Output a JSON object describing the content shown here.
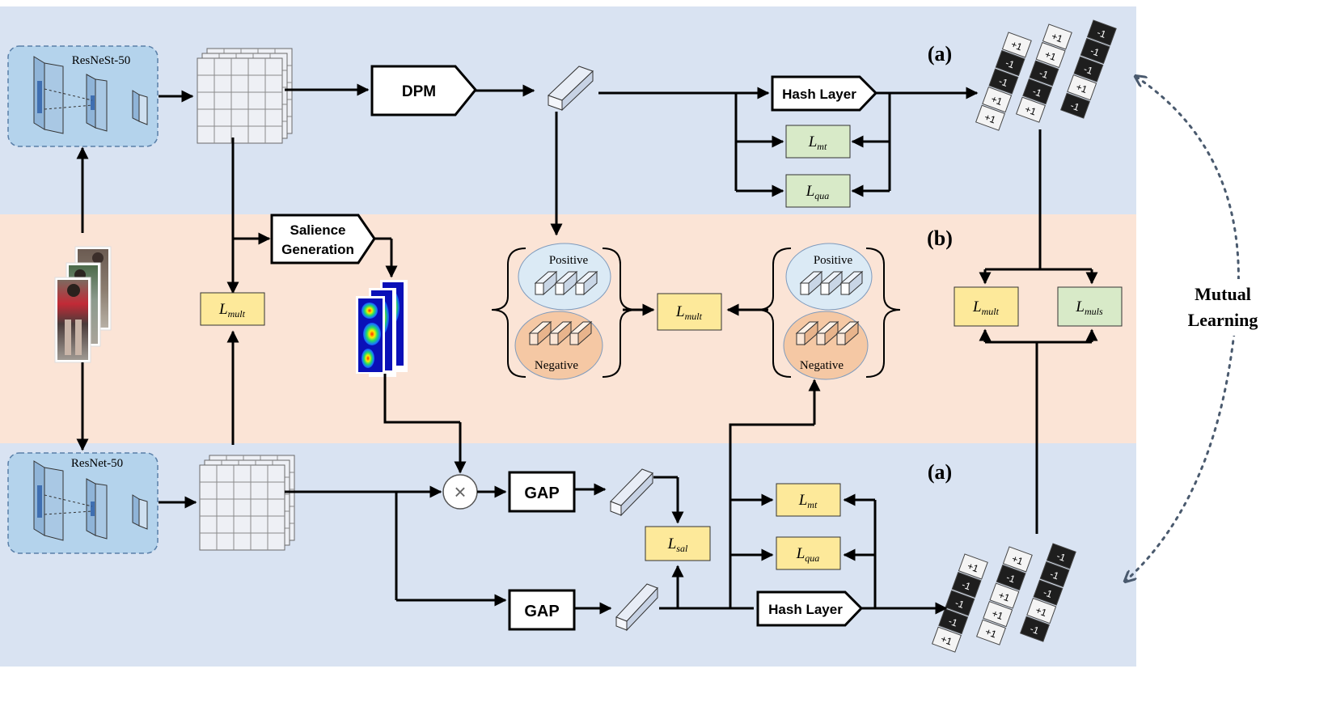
{
  "labels": {
    "section_a_top": "(a)",
    "section_b": "(b)",
    "section_a_bottom": "(a)",
    "backbone_top": "ResNeSt-50",
    "backbone_bottom": "ResNet-50",
    "dpm": "DPM",
    "hash_layer_top": "Hash Layer",
    "hash_layer_bottom": "Hash Layer",
    "salience_line1": "Salience",
    "salience_line2": "Generation",
    "gap_top": "GAP",
    "gap_bottom": "GAP",
    "positive": "Positive",
    "negative": "Negative",
    "mutual_line1": "Mutual",
    "mutual_line2": "Learning",
    "multiply": "×"
  },
  "losses": {
    "mult": {
      "base": "L",
      "sub": "mult"
    },
    "mt": {
      "base": "L",
      "sub": "mt"
    },
    "qua": {
      "base": "L",
      "sub": "qua"
    },
    "sal": {
      "base": "L",
      "sub": "sal"
    },
    "muls": {
      "base": "L",
      "sub": "muls"
    }
  },
  "hash_codes": {
    "top_col1": [
      "+1",
      "-1",
      "-1",
      "+1",
      "+1"
    ],
    "top_col2": [
      "+1",
      "+1",
      "-1",
      "-1",
      "+1"
    ],
    "top_col3": [
      "-1",
      "-1",
      "-1",
      "+1",
      "-1"
    ],
    "bottom_col1": [
      "+1",
      "-1",
      "-1",
      "-1",
      "+1"
    ],
    "bottom_col2": [
      "+1",
      "-1",
      "+1",
      "+1",
      "+1"
    ],
    "bottom_col3": [
      "-1",
      "-1",
      "-1",
      "+1",
      "-1"
    ]
  },
  "colors": {
    "band_a": "#d9e3f2",
    "band_b": "#fbe4d6",
    "loss_yellow": "#fde99a",
    "loss_green": "#d8eac8",
    "backbone_fill": "#b4d3ec",
    "positive_fill": "#dbeaf5",
    "negative_fill": "#f5c8a4"
  }
}
